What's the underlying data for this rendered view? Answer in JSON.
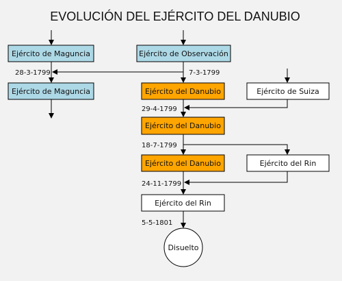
{
  "title": "EVOLUCIÓN DEL EJÉRCITO DEL DANUBIO",
  "colors": {
    "background": "#f2f2f2",
    "blue": "#add8e6",
    "orange": "#ffa500",
    "white": "#ffffff",
    "stroke": "#000000"
  },
  "nodes": {
    "maguncia_1": "Ejército de Maguncia",
    "observacion": "Ejército de Observación",
    "maguncia_2": "Ejército de Maguncia",
    "danubio_1": "Ejército del Danubio",
    "suiza": "Ejército de Suiza",
    "danubio_2": "Ejército del Danubio",
    "danubio_3": "Ejército del Danubio",
    "rin_1": "Ejército del Rin",
    "rin_2": "Ejército del Rin",
    "disuelto": "Disuelto"
  },
  "dates": {
    "d1": "28-3-1799",
    "d2": "7-3-1799",
    "d3": "29-4-1799",
    "d4": "18-7-1799",
    "d5": "24-11-1799",
    "d6": "5-5-1801"
  }
}
